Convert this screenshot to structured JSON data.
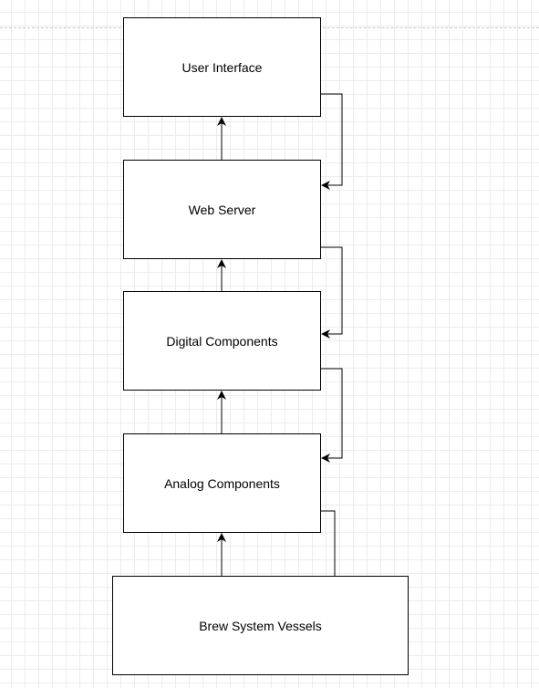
{
  "diagram": {
    "nodes": [
      {
        "id": "ui",
        "label": "User Interface"
      },
      {
        "id": "web",
        "label": "Web Server"
      },
      {
        "id": "digital",
        "label": "Digital Components"
      },
      {
        "id": "analog",
        "label": "Analog Components"
      },
      {
        "id": "vessels",
        "label": "Brew System Vessels"
      }
    ],
    "edges": [
      {
        "from": "web",
        "to": "ui"
      },
      {
        "from": "digital",
        "to": "web"
      },
      {
        "from": "analog",
        "to": "digital"
      },
      {
        "from": "vessels",
        "to": "analog"
      },
      {
        "from": "ui",
        "to": "web"
      },
      {
        "from": "web",
        "to": "digital"
      },
      {
        "from": "digital",
        "to": "analog"
      },
      {
        "from": "analog",
        "to": "vessels"
      }
    ],
    "colors": {
      "background": "#ffffff",
      "grid": "#ececec",
      "stroke": "#000000"
    }
  }
}
